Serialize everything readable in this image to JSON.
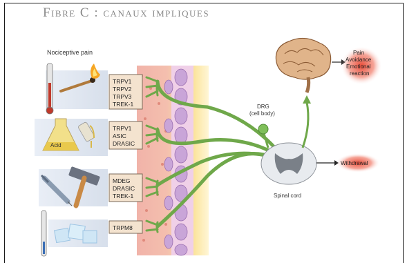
{
  "slide": {
    "title": "Fibre C : canaux impliques"
  },
  "diagram": {
    "header_label": "Nociceptive pain",
    "stimuli": [
      {
        "icon": "thermometer-match-icon",
        "channels": [
          "TRPV1",
          "TRPV2",
          "TRPV3",
          "TREK-1"
        ]
      },
      {
        "icon": "acid-flask-icon",
        "label": "Acid",
        "channels": [
          "TRPV1",
          "ASIC",
          "DRASIC"
        ]
      },
      {
        "icon": "syringe-hammer-icon",
        "channels": [
          "MDEG",
          "DRASIC",
          "TREK-1"
        ]
      },
      {
        "icon": "thermometer-ice-icon",
        "channels": [
          "TRPM8"
        ]
      }
    ],
    "drg_label_line1": "DRG",
    "drg_label_line2": "(cell body)",
    "spinal_cord_label": "Spinal cord",
    "brain_outputs": [
      "Pain",
      "Avoidance",
      "Emotional",
      "reaction"
    ],
    "spinal_output": "Withdrawal",
    "colors": {
      "nerve": "#6fa84a",
      "skin_pink": "#f2b6ad",
      "skin_yellow": "#fbe9a0",
      "purple_cells": "#c9a5d8",
      "glow_red": "#e8432f",
      "box_fill": "#f4e3cf"
    }
  }
}
